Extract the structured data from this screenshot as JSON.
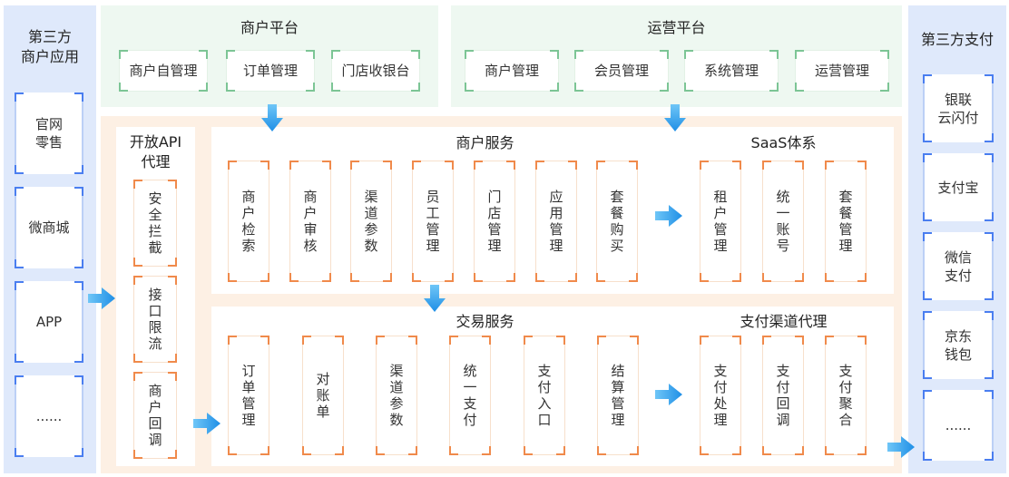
{
  "left_column": {
    "title": "第三方\n商户应用",
    "items": [
      "官网\n零售",
      "微商城",
      "APP",
      "......"
    ]
  },
  "right_column": {
    "title": "第三方支付",
    "items": [
      "银联\n云闪付",
      "支付宝",
      "微信\n支付",
      "京东\n钱包",
      "......"
    ]
  },
  "merchant_platform": {
    "title": "商户平台",
    "items": [
      "商户自管理",
      "订单管理",
      "门店收银台"
    ]
  },
  "ops_platform": {
    "title": "运营平台",
    "items": [
      "商户管理",
      "会员管理",
      "系统管理",
      "运营管理"
    ]
  },
  "open_api": {
    "title": "开放API\n代理",
    "items": [
      "安全拦截",
      "接口限流",
      "商户回调"
    ]
  },
  "merchant_service": {
    "title": "商户服务",
    "items": [
      "商户检索",
      "商户审核",
      "渠道参数",
      "员工管理",
      "门店管理",
      "应用管理",
      "套餐购买"
    ]
  },
  "saas_system": {
    "title": "SaaS体系",
    "items": [
      "租户管理",
      "统一账号",
      "套餐管理"
    ]
  },
  "trade_service": {
    "title": "交易服务",
    "items": [
      "订单管理",
      "对账单",
      "渠道参数",
      "统一支付",
      "支付入口",
      "结算管理"
    ]
  },
  "payment_proxy": {
    "title": "支付渠道代理",
    "items": [
      "支付处理",
      "支付回调",
      "支付聚合"
    ]
  },
  "colors": {
    "blue_bg": "#dfe9fb",
    "green_bg": "#eef8f1",
    "orange_bg": "#fdf0e4",
    "arrow": "#2aa3ee"
  }
}
